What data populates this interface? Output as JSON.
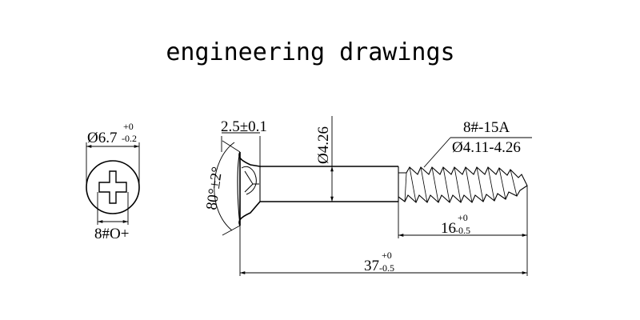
{
  "title": "engineering drawings",
  "head_view": {
    "diameter": {
      "base": "Ø6.7",
      "upper_tol": "+0",
      "lower_tol": "-0.2"
    },
    "drive": "8#O+"
  },
  "side_view": {
    "head_height": "2.5±0.1",
    "shank_diameter": "Ø4.26",
    "countersink_angle": "80°±2°",
    "thread_spec": "8#-15A",
    "thread_diameter": "Ø4.11-4.26",
    "thread_length": {
      "base": "16",
      "upper_tol": "+0",
      "lower_tol": "-0.5"
    },
    "total_length": {
      "base": "37",
      "upper_tol": "+0",
      "lower_tol": "-0.5"
    }
  }
}
